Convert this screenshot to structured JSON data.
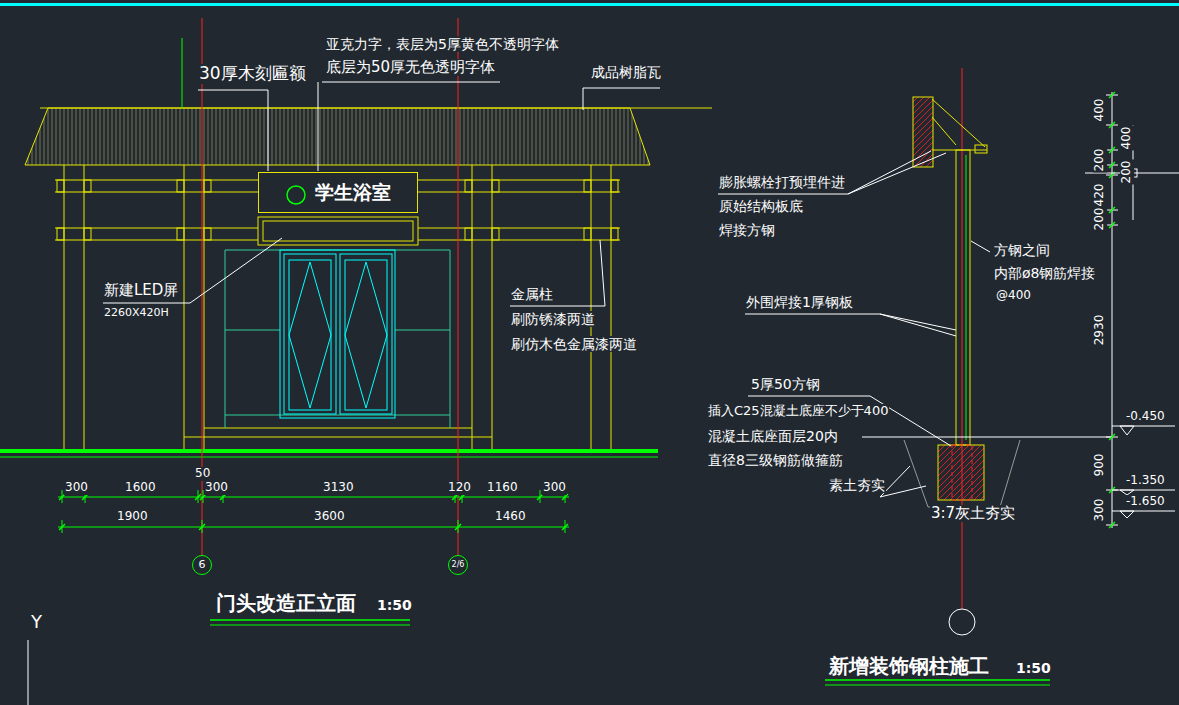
{
  "diagram": {
    "nodes": [
      {
        "text": [
          "学生浴室"
        ]
      },
      {
        "text": [
          "6"
        ]
      },
      {
        "text": [
          "2/6"
        ]
      }
    ],
    "labels": [
      "30厚木刻匾额",
      "亚克力字，表层为5厚黄色不透明字体",
      "底层为50厚无色透明字体",
      "成品树脂瓦",
      "新建LED屏",
      "2260X420H",
      "金属柱",
      "刷防锈漆两道",
      "刷仿木色金属漆两道",
      "300",
      "1600",
      "50",
      "300",
      "3130",
      "120",
      "1160",
      "300",
      "1900",
      "3600",
      "1460",
      "门头改造正立面",
      "1:50",
      "Y",
      "膨胀螺栓打预埋件进",
      "原始结构板底",
      "焊接方钢",
      "方钢之间",
      "内部ø8钢筋焊接",
      "@400",
      "外围焊接1厚钢板",
      "5厚50方钢",
      "插入C25混凝土底座不少于400",
      "混凝土底座面层20内",
      "直径8三级钢筋做箍筋",
      "素土夯实",
      "3:7灰土夯实",
      "400",
      "400",
      "200",
      "200",
      "420",
      "200",
      "2930",
      "900",
      "300",
      "-0.450",
      "-1.350",
      "-1.650",
      "新增装饰钢柱施工",
      "1:50"
    ]
  }
}
